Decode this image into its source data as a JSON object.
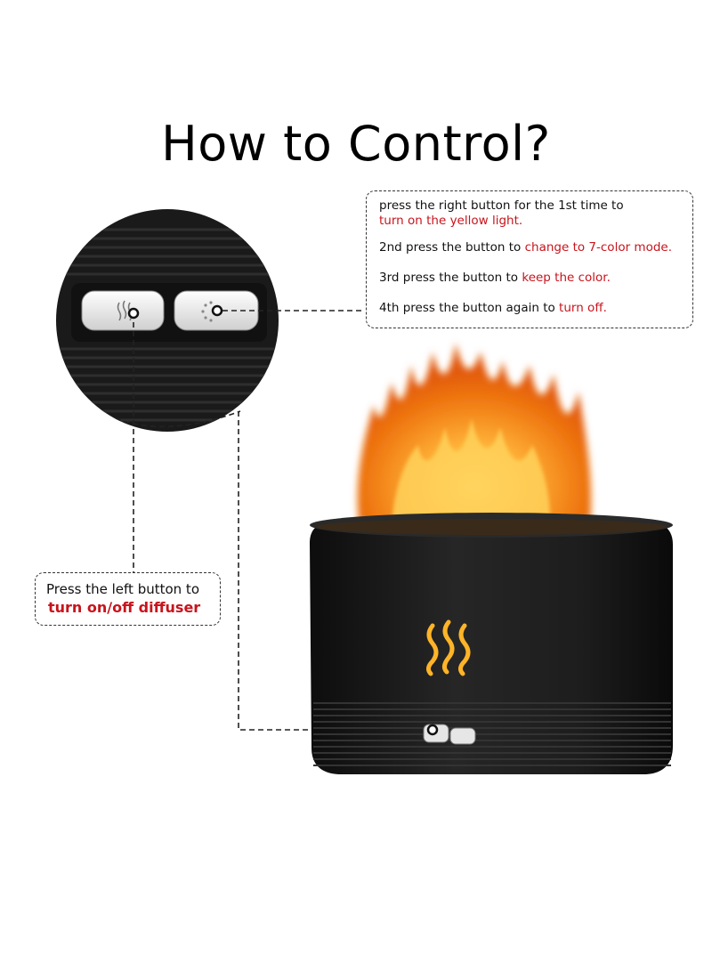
{
  "title": "How to Control?",
  "right_callout": {
    "step1_prefix": "press the right button for the 1st time to",
    "step1_highlight": "turn on the yellow light.",
    "step2_prefix": "2nd press the button to ",
    "step2_highlight": "change to 7-color mode.",
    "step3_prefix": "3rd press the button to ",
    "step3_highlight": "keep the color.",
    "step4_prefix": "4th press the button again to ",
    "step4_highlight": "turn off."
  },
  "left_callout": {
    "line1": "Press the left button to",
    "line2": "turn on/off diffuser"
  },
  "colors": {
    "highlight_red": "#c8141c",
    "device_body": "#1b1b1b",
    "flame_orange": "#f7941d",
    "flame_yellow": "#ffd23f",
    "button_white": "#e9e9e9"
  },
  "icons": [
    "steam-icon",
    "light-icon",
    "wavy-steam-logo-icon"
  ]
}
